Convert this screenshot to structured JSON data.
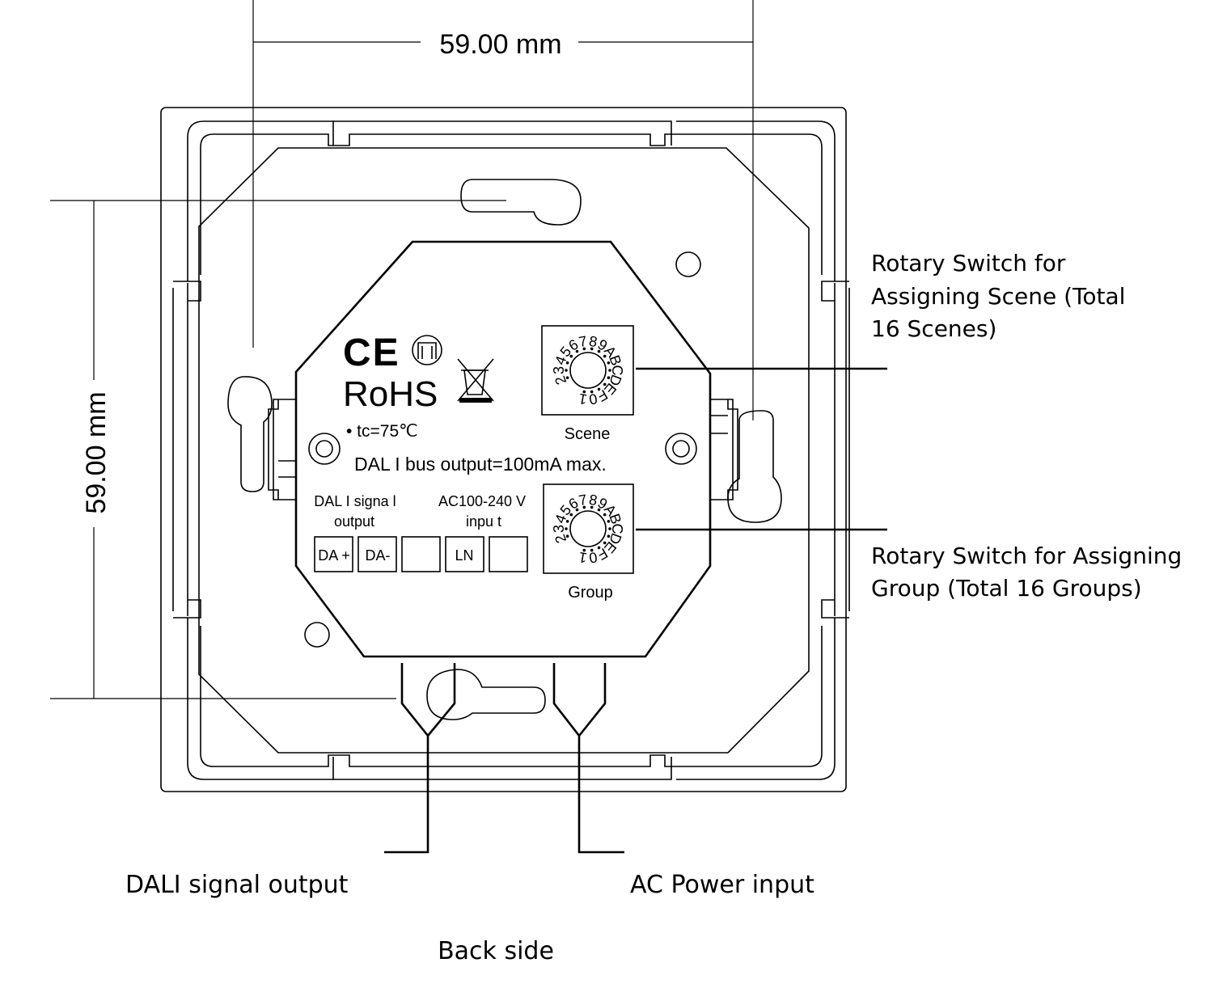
{
  "dimensions": {
    "width_label": "59.00  mm",
    "height_label": "59.00  mm"
  },
  "device": {
    "marks": {
      "ce": "CE",
      "rohs": "RoHS",
      "tc": "• tc=75℃"
    },
    "bus_output": "DAL I bus output=100mA   max.",
    "terminal_groups": {
      "dali_line1": "DAL I signa l",
      "dali_line2": "output",
      "ac_line1": "AC100-240  V",
      "ac_line2": "inpu t"
    },
    "terminals": [
      "DA +",
      "DA-",
      "",
      "LN",
      ""
    ],
    "rotary_scene": {
      "caption": "Scene",
      "digits": [
        "2",
        "3",
        "4",
        "5",
        "6",
        "7",
        "8",
        "9",
        "A",
        "B",
        "C",
        "D",
        "E",
        "F",
        "0",
        "1"
      ]
    },
    "rotary_group": {
      "caption": "Group",
      "digits": [
        "2",
        "3",
        "4",
        "5",
        "6",
        "7",
        "8",
        "9",
        "A",
        "B",
        "C",
        "D",
        "E",
        "F",
        "0",
        "1"
      ]
    }
  },
  "callouts": {
    "scene_switch": [
      "Rotary Switch for",
      "Assigning Scene (Total",
      "16 Scenes)"
    ],
    "group_switch": [
      "Rotary Switch for Assigning",
      "Group (Total 16 Groups)"
    ],
    "dali_output": "DALI signal output",
    "ac_input": "AC Power input"
  },
  "footer": {
    "caption": "Back side"
  }
}
